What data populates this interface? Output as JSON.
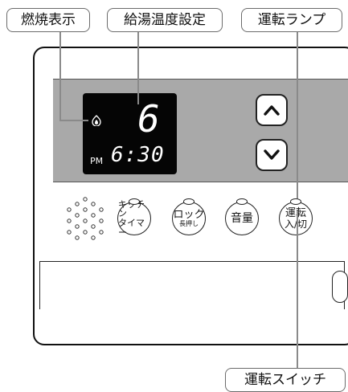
{
  "callouts": {
    "combustion_display": "燃焼表示",
    "water_temp_setting": "給湯温度設定",
    "operation_lamp": "運転ランプ",
    "operation_switch": "運転スイッチ"
  },
  "display": {
    "temperature_digit": "6",
    "ampm": "PM",
    "time": "6:30",
    "flame_icon": "flame-icon"
  },
  "buttons": {
    "up_icon": "chevron-up-icon",
    "down_icon": "chevron-down-icon",
    "kitchen_timer": [
      "キッチン",
      "タイマー"
    ],
    "lock": [
      "ロック",
      "長押し"
    ],
    "volume": [
      "音量"
    ],
    "power": [
      "運転",
      "入/切"
    ]
  },
  "colors": {
    "panel": "#a9a9a9",
    "screen": "#050505",
    "outline": "#111111",
    "leader": "#8a8a8a"
  }
}
